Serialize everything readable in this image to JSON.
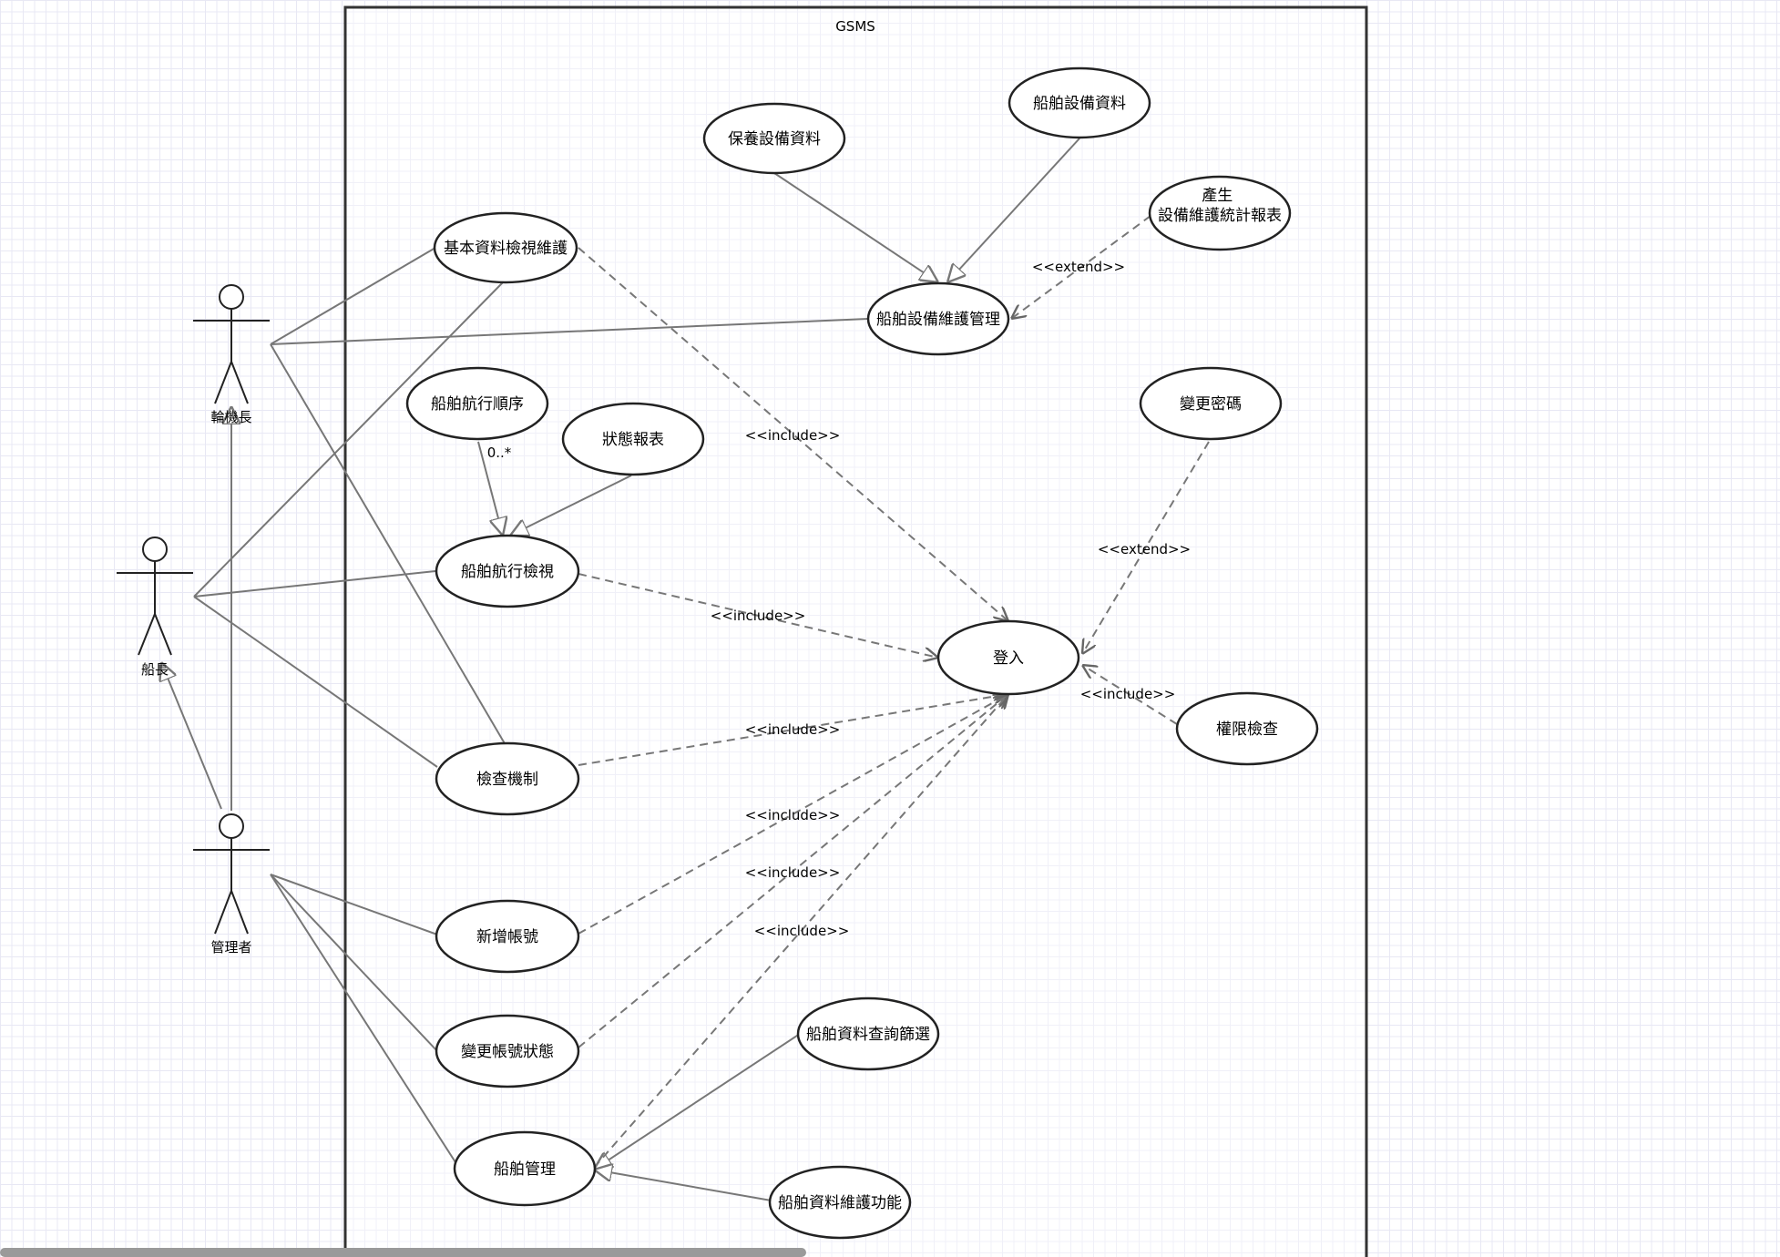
{
  "system": {
    "name": "GSMS"
  },
  "actors": [
    {
      "id": "chief-engineer",
      "label": "輪機長"
    },
    {
      "id": "captain",
      "label": "船長"
    },
    {
      "id": "admin",
      "label": "管理者"
    }
  ],
  "use_cases": [
    {
      "id": "maint-equip-data",
      "label": "保養設備資料"
    },
    {
      "id": "ship-equip-data",
      "label": "船舶設備資料"
    },
    {
      "id": "equip-stats-report",
      "label": "產生\n設備維護統計報表"
    },
    {
      "id": "basic-data-maint",
      "label": "基本資料檢視維護"
    },
    {
      "id": "ship-equip-mgmt",
      "label": "船舶設備維護管理"
    },
    {
      "id": "ship-nav-order",
      "label": "船舶航行順序"
    },
    {
      "id": "status-report",
      "label": "狀態報表"
    },
    {
      "id": "ship-nav-view",
      "label": "船舶航行檢視"
    },
    {
      "id": "change-password",
      "label": "變更密碼"
    },
    {
      "id": "login",
      "label": "登入"
    },
    {
      "id": "permission-check",
      "label": "權限檢查"
    },
    {
      "id": "check-mechanism",
      "label": "檢查機制"
    },
    {
      "id": "add-account",
      "label": "新增帳號"
    },
    {
      "id": "change-account-status",
      "label": "變更帳號狀態"
    },
    {
      "id": "ship-data-query",
      "label": "船舶資料查詢篩選"
    },
    {
      "id": "ship-mgmt",
      "label": "船舶管理"
    },
    {
      "id": "ship-data-maint",
      "label": "船舶資料維護功能"
    }
  ],
  "labels": {
    "include": "<<include>>",
    "extend": "<<extend>>",
    "multiplicity": "0..*"
  }
}
